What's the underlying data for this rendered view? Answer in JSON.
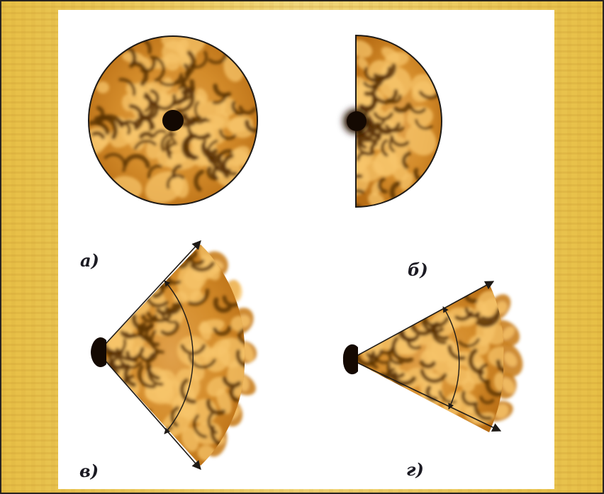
{
  "figure": {
    "panels": [
      {
        "id": "a",
        "label": "а)",
        "shape": "full-circle"
      },
      {
        "id": "b",
        "label": "б)",
        "shape": "half-circle"
      },
      {
        "id": "v",
        "label": "в)",
        "shape": "wide-sector"
      },
      {
        "id": "g",
        "label": "г)",
        "shape": "narrow-sector"
      }
    ]
  },
  "colors": {
    "flame_light": "#f7c46a",
    "flame_mid": "#c9801c",
    "flame_dark": "#5a3206",
    "source": "#160a02",
    "outline": "#1e1a16",
    "background_panel": "#ffffff",
    "border_texture": "#e7bf45"
  }
}
